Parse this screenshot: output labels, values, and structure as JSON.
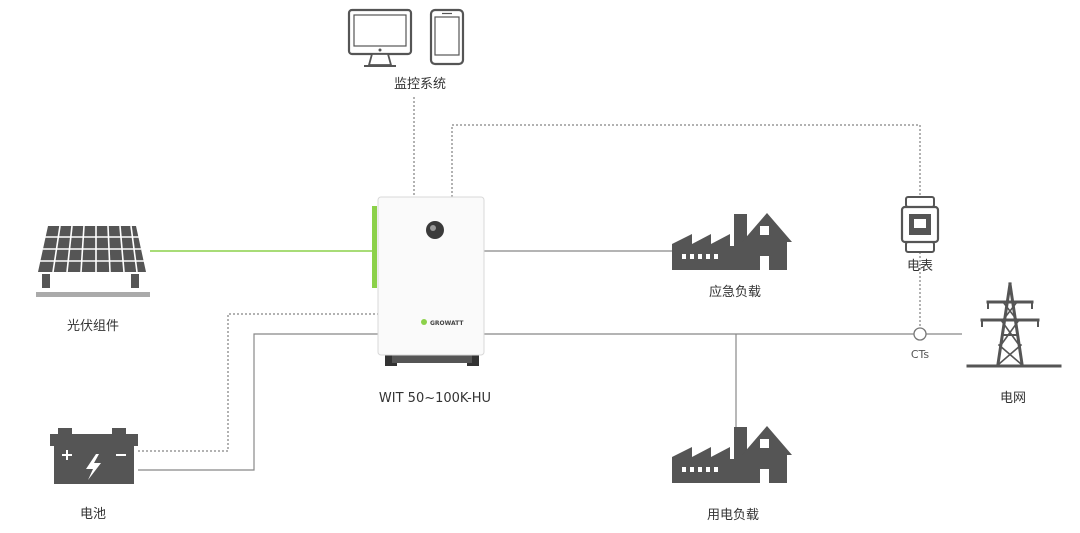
{
  "labels": {
    "monitoring": "监控系统",
    "pv": "光伏组件",
    "backup_load": "应急负载",
    "meter": "电表",
    "cts": "CTs",
    "grid": "电网",
    "battery": "电池",
    "inverter_model": "WIT 50~100K-HU",
    "user_load": "用电负载",
    "brand": "GROWATT"
  },
  "colors": {
    "pv_line": "#8cd14a",
    "icon": "#555555",
    "line": "#888888",
    "dotted": "#666666"
  }
}
